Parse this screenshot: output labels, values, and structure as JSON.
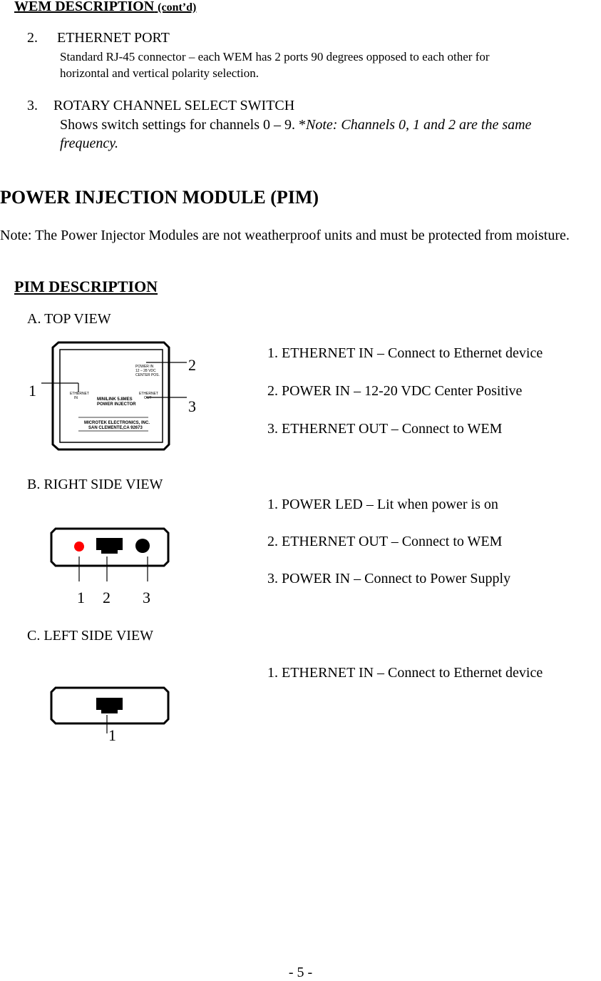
{
  "wem": {
    "heading": "WEM DESCRIPTION",
    "heading_suffix": "(cont’d)",
    "item2": {
      "number": "2.",
      "title": "ETHERNET PORT",
      "line1": "Standard RJ-45 connector – each WEM has 2 ports 90 degrees opposed to each other for",
      "line2": "horizontal and vertical polarity selection."
    },
    "item3": {
      "number": "3.",
      "title": "ROTARY CHANNEL SELECT SWITCH",
      "line1_plain": "Shows switch settings for channels 0 – 9. *",
      "line1_italic": "Note: Channels 0, 1 and 2 are the same",
      "line2_italic": "frequency."
    }
  },
  "pim": {
    "heading": "POWER INJECTION MODULE (PIM)",
    "note": "Note: The Power Injector Modules are not weatherproof units and must be protected from moisture.",
    "description_heading": "PIM DESCRIPTION",
    "top_view": {
      "label": "A.  TOP VIEW",
      "callouts": [
        "1",
        "2",
        "3"
      ],
      "panel_text": {
        "ethernet_in": [
          "ETHERNET",
          "IN"
        ],
        "power_in": [
          "POWER IN",
          "12 – 28 VDC",
          "CENTER POS."
        ],
        "ethernet_out": [
          "ETHERNET",
          "OUT"
        ],
        "product": [
          "MINILINK 5.8MES",
          "POWER INJECTOR"
        ],
        "maker": [
          "MICROTEK ELECTRONICS, INC.",
          "SAN CLEMENTE,CA 92673"
        ]
      },
      "descriptions": [
        "1. ETHERNET IN – Connect to Ethernet device",
        "2. POWER IN – 12-20 VDC Center Positive",
        "3. ETHERNET OUT – Connect to WEM"
      ]
    },
    "right_side_view": {
      "label": "B.   RIGHT SIDE VIEW",
      "callouts": [
        "1",
        "2",
        "3"
      ],
      "descriptions": [
        "1. POWER LED – Lit when power is on",
        "2. ETHERNET OUT – Connect to WEM",
        "3. POWER IN – Connect to Power Supply"
      ]
    },
    "left_side_view": {
      "label": "C.   LEFT SIDE VIEW",
      "callouts": [
        "1"
      ],
      "descriptions": [
        "1.  ETHERNET IN – Connect to Ethernet device"
      ]
    }
  },
  "colors": {
    "led": "#ff0000",
    "ink": "#000000"
  },
  "page_number": "- 5 -"
}
